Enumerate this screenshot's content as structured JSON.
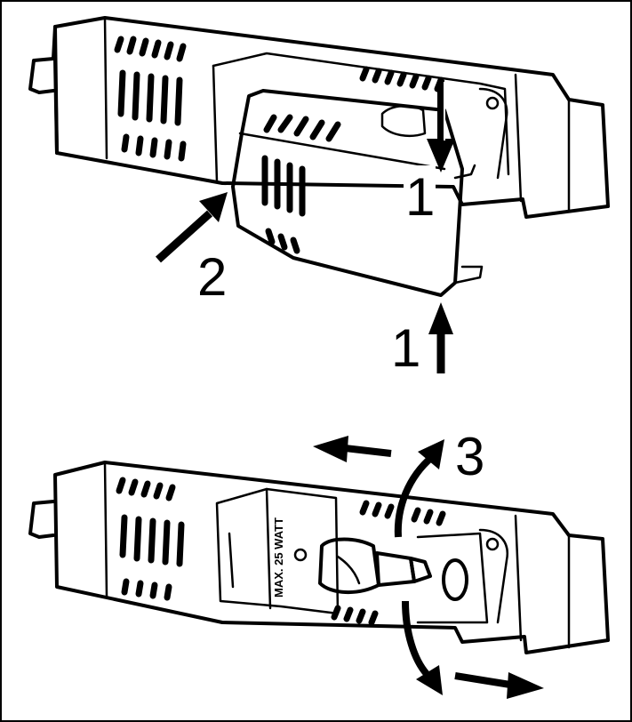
{
  "labels": {
    "step1_top": "1",
    "step1_bottom": "1",
    "step2": "2",
    "step3": "3",
    "bulb_marking": "MAX. 25 WATT"
  },
  "colors": {
    "line": "#000000",
    "cover_fill": "#e3e3e3",
    "bulb_fill": "#c8c8c8",
    "background": "#ffffff"
  }
}
